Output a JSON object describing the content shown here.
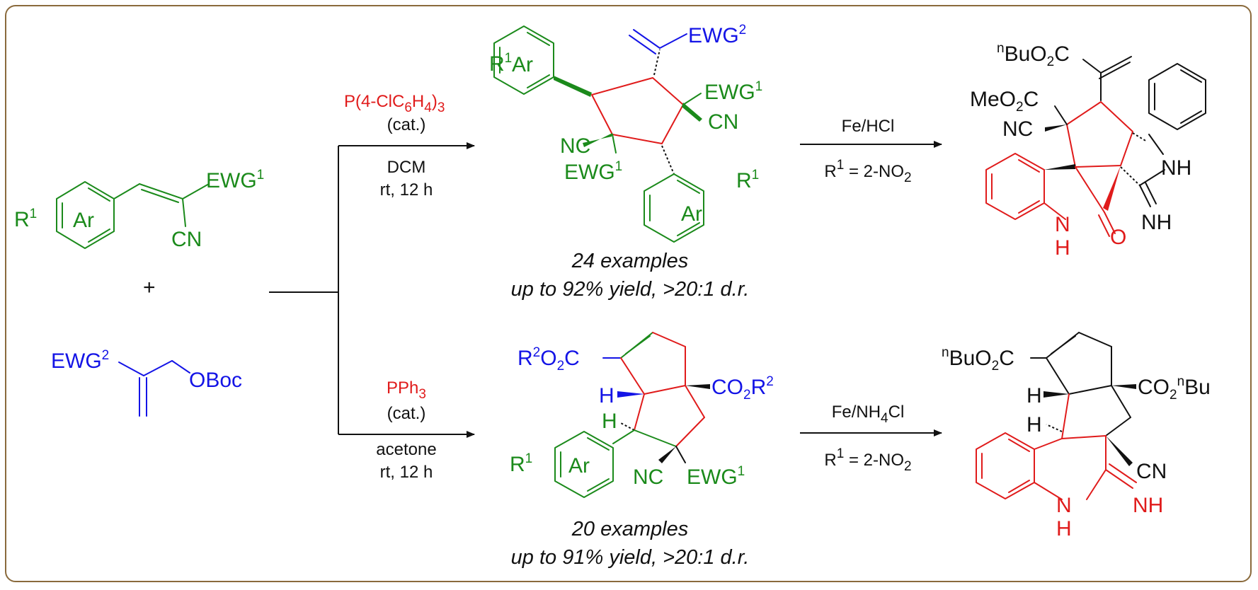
{
  "colors": {
    "frame": "#8a6a3c",
    "green": "#1b8a1b",
    "red": "#e01b1b",
    "blue": "#1414e6",
    "black": "#111111"
  },
  "reactants": {
    "alkene": {
      "ar": "Ar",
      "ewg": "EWG",
      "cn": "CN"
    },
    "mba": {
      "ewg": "EWG",
      "oboc": "OBoc"
    },
    "plus": "+"
  },
  "top": {
    "catalyst": "P(4-ClC",
    "catalyst_h": "H",
    "catalyst_close": ")",
    "cat_note": "(cat.)",
    "solvent": "DCM",
    "conditions": "rt, 12 h",
    "product": {
      "ar": "Ar",
      "ewg": "EWG",
      "cn": "CN",
      "nc": "NC"
    },
    "examples": "24 examples",
    "yield": "up to 92% yield, >20:1 d.r.",
    "reagent": "Fe/HCl",
    "r_prefix": "R",
    "r_value": " = 2-NO",
    "derivative": {
      "buo2c": "BuO",
      "c": "C",
      "meo2c": "MeO",
      "nc": "NC",
      "nh": "NH",
      "n": "N",
      "h": "H",
      "o": "O"
    }
  },
  "bottom": {
    "catalyst": "PPh",
    "cat_note": "(cat.)",
    "solvent": "acetone",
    "conditions": "rt, 12 h",
    "product": {
      "r2o2c": "O",
      "c": "C",
      "co2r": "CO",
      "r": "R",
      "h": "H",
      "ar": "Ar",
      "nc": "NC",
      "ewg": "EWG"
    },
    "examples": "20 examples",
    "yield": "up to 91% yield, >20:1 d.r.",
    "reagent_pre": "Fe/NH",
    "reagent_post": "Cl",
    "r_prefix": "R",
    "r_value": " = 2-NO",
    "derivative": {
      "buo2c": "BuO",
      "c": "C",
      "co2": "CO",
      "bu": "Bu",
      "h": "H",
      "cn": "CN",
      "n": "N",
      "nh": "NH"
    }
  },
  "sub": {
    "one": "1",
    "two": "2",
    "three": "3",
    "four": "4",
    "six": "6",
    "n": "n"
  }
}
